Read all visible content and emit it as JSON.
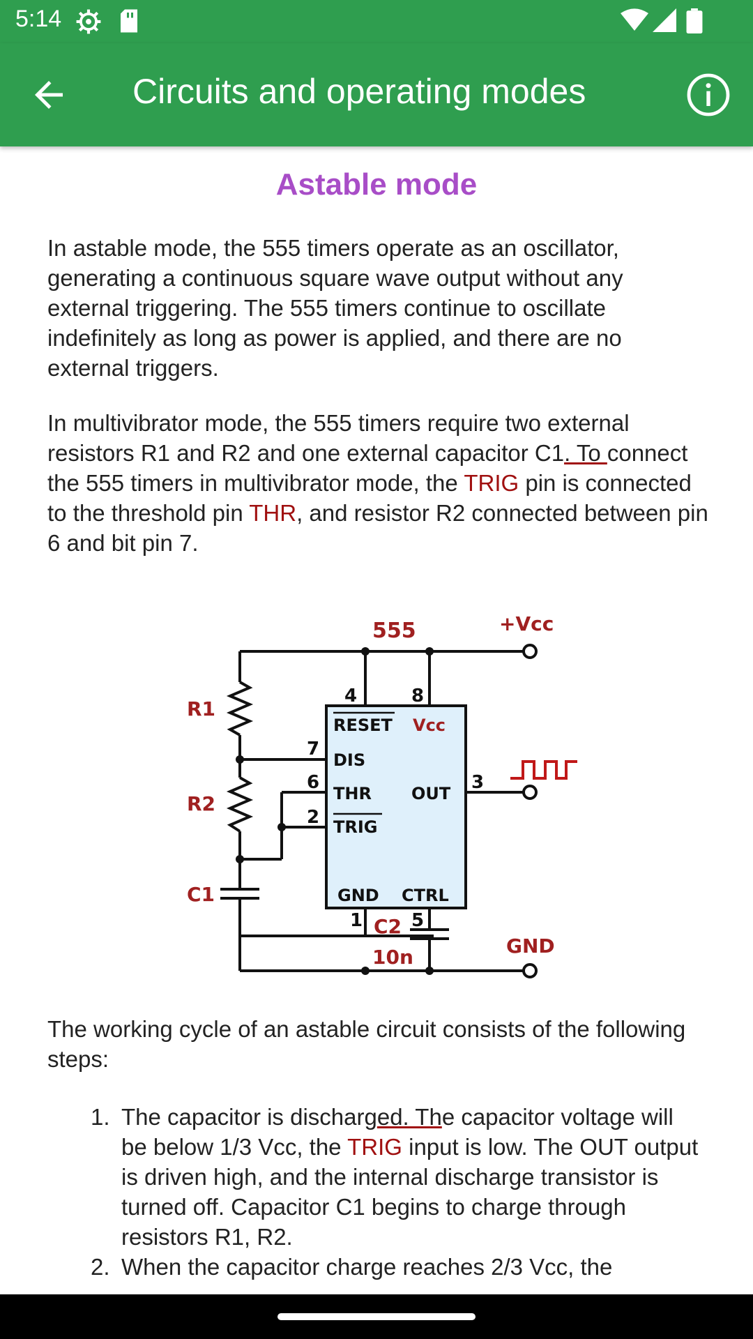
{
  "status_bar": {
    "time": "5:14",
    "icons": [
      "settings-icon",
      "sd-card-icon",
      "wifi-icon",
      "signal-icon",
      "battery-icon"
    ]
  },
  "app_bar": {
    "title": "Circuits and operating modes",
    "back_icon": "arrow-back-icon",
    "info_icon": "info-icon",
    "color": "#2f9e4f"
  },
  "section": {
    "title": "Astable mode",
    "title_color": "#a84dc7"
  },
  "paragraph1": "In astable mode, the 555 timers operate as an oscillator, generating a continuous square wave output without any external triggering. The 555 timers continue to oscillate indefinitely as long as power is applied, and there are no external triggers.",
  "paragraph2": {
    "part1": "In multivibrator mode, the 555 timers require two external resistors R1 and R2 and one external capacitor C1",
    "part2": ". To ",
    "part3": "connect the 555 timers in multivibrator mode, the ",
    "trig": "TRIG",
    "part4": "pin is connected to the threshold pin ",
    "thr": "THR",
    "part5": ", and resistor R2 connected between pin 6 and bit pin 7."
  },
  "diagram": {
    "chip": "555",
    "vcc": "+Vcc",
    "gnd": "GND",
    "r1": "R1",
    "r2": "R2",
    "c1": "C1",
    "c2": "C2",
    "c2_value": "10n",
    "pins": {
      "p4": "4",
      "p8": "8",
      "p7": "7",
      "p6": "6",
      "p2": "2",
      "p3": "3",
      "p1": "1",
      "p5": "5"
    },
    "labels": {
      "reset": "RESET",
      "vcc_pin": "Vcc",
      "dis": "DIS",
      "thr": "THR",
      "out": "OUT",
      "trig": "TRIG",
      "gnd_pin": "GND",
      "ctrl": "CTRL"
    }
  },
  "paragraph3": "The working cycle of an astable circuit consists of the following steps:",
  "steps": [
    {
      "num": "1.",
      "a": "The capacitor is discharg",
      "b": "ed. Th",
      "c": "e capacitor voltage will be below 1/3 Vcc, the ",
      "trig": "TRIG",
      "d": " input is low. The OUT output is driven high, and the internal discharge transistor is turned off. Capacitor C1 begins to charge through resistors R1, R2."
    },
    {
      "num": "2.",
      "text": "When the capacitor charge reaches 2/3 Vcc, the"
    }
  ]
}
